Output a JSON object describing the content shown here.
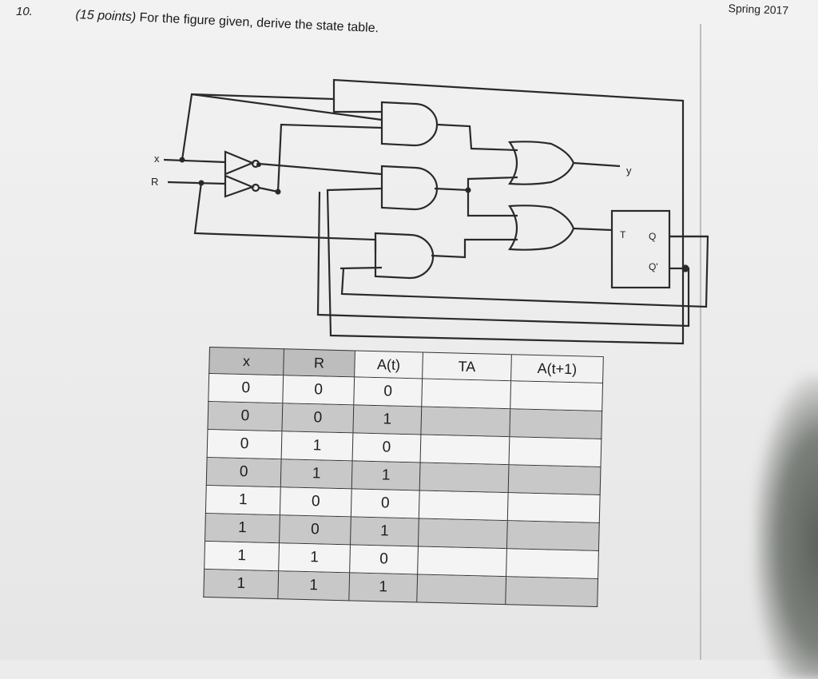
{
  "question": {
    "number": "10.",
    "points": "(15 points)",
    "prompt": "For the figure given, derive the state table.",
    "term": "Spring 2017"
  },
  "circuit": {
    "input_x": "x",
    "input_r": "R",
    "output_y": "y",
    "ff_t": "T",
    "ff_q": "Q",
    "ff_qbar": "Q'"
  },
  "state_table": {
    "headers": [
      "x",
      "R",
      "A(t)",
      "TA",
      "A(t+1)"
    ],
    "rows": [
      [
        "0",
        "0",
        "0",
        "",
        ""
      ],
      [
        "0",
        "0",
        "1",
        "",
        ""
      ],
      [
        "0",
        "1",
        "0",
        "",
        ""
      ],
      [
        "0",
        "1",
        "1",
        "",
        ""
      ],
      [
        "1",
        "0",
        "0",
        "",
        ""
      ],
      [
        "1",
        "0",
        "1",
        "",
        ""
      ],
      [
        "1",
        "1",
        "0",
        "",
        ""
      ],
      [
        "1",
        "1",
        "1",
        "",
        ""
      ]
    ]
  },
  "colors": {
    "ink": "#2a2a2a",
    "paper": "#efefef",
    "shade": "#c8c8c8"
  }
}
